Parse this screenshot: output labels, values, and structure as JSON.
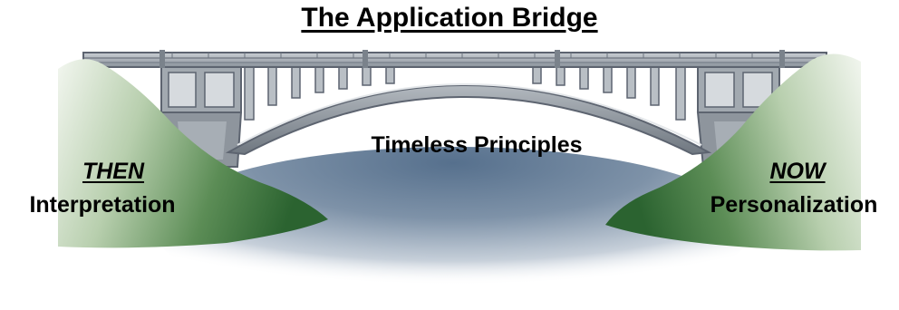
{
  "diagram": {
    "title": "The Application Bridge",
    "center_label": "Timeless Principles",
    "left": {
      "heading": "THEN",
      "label": "Interpretation"
    },
    "right": {
      "heading": "NOW",
      "label": "Personalization"
    }
  },
  "colors": {
    "hill_dark": "#2f6b34",
    "hill_light": "#eef3ea",
    "water": "#5a7490",
    "bridge": "#9ca3aa",
    "bridge_dark": "#5d6470"
  }
}
